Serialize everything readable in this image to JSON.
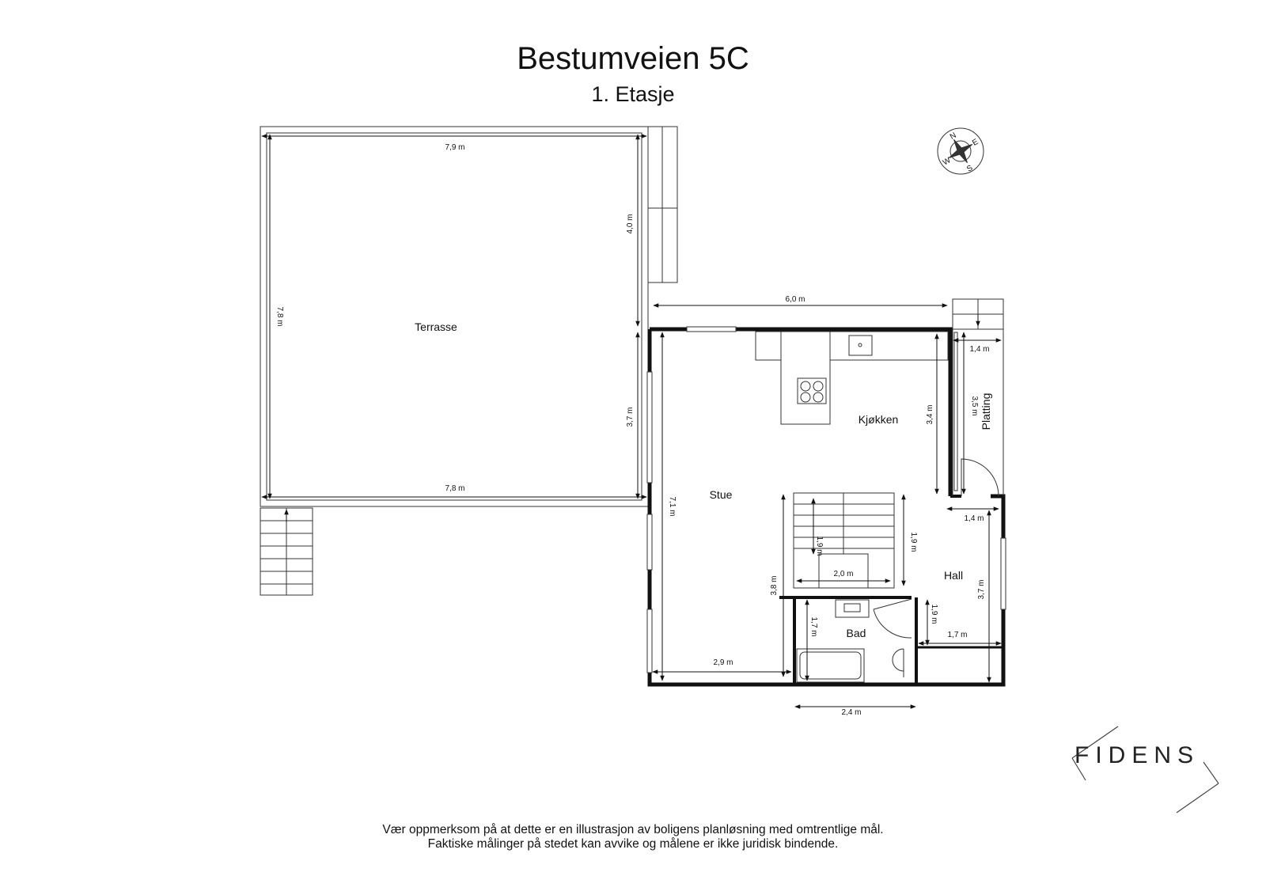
{
  "header": {
    "title": "Bestumveien 5C",
    "subtitle": "1. Etasje"
  },
  "rooms": {
    "terrasse": "Terrasse",
    "kjokken": "Kjøkken",
    "stue": "Stue",
    "hall": "Hall",
    "bad": "Bad",
    "platting": "Platting"
  },
  "dimensions": {
    "terrasse_top": "7,9 m",
    "terrasse_bottom": "7,8 m",
    "terrasse_left": "7,8 m",
    "terrasse_right_upper": "4,0 m",
    "terrasse_right_lower": "3,7 m",
    "house_top": "6,0 m",
    "platting_width": "1,4 m",
    "platting_height": "3,5 m",
    "kjokken_height": "3,4 m",
    "stue_height": "7,1 m",
    "hall_width": "1,4 m",
    "stair_height_inner": "1,9 m",
    "stair_height_outer": "1,9 m",
    "stair_width": "2,0 m",
    "stue_lower_height": "3,8 m",
    "hall_height": "3,7 m",
    "bad_height": "1,7 m",
    "wc_height": "1,9 m",
    "wc_width": "1,7 m",
    "stue_width": "2,9 m",
    "bad_width": "2,4 m"
  },
  "compass": {
    "n": "N",
    "e": "E",
    "s": "S",
    "w": "W"
  },
  "logo": {
    "text": "FIDENS"
  },
  "disclaimer": {
    "line1": "Vær oppmerksom på at dette er en illustrasjon av boligens planløsning med omtrentlige mål.",
    "line2": "Faktiske målinger på stedet kan avvike og målene er ikke juridisk bindende."
  }
}
